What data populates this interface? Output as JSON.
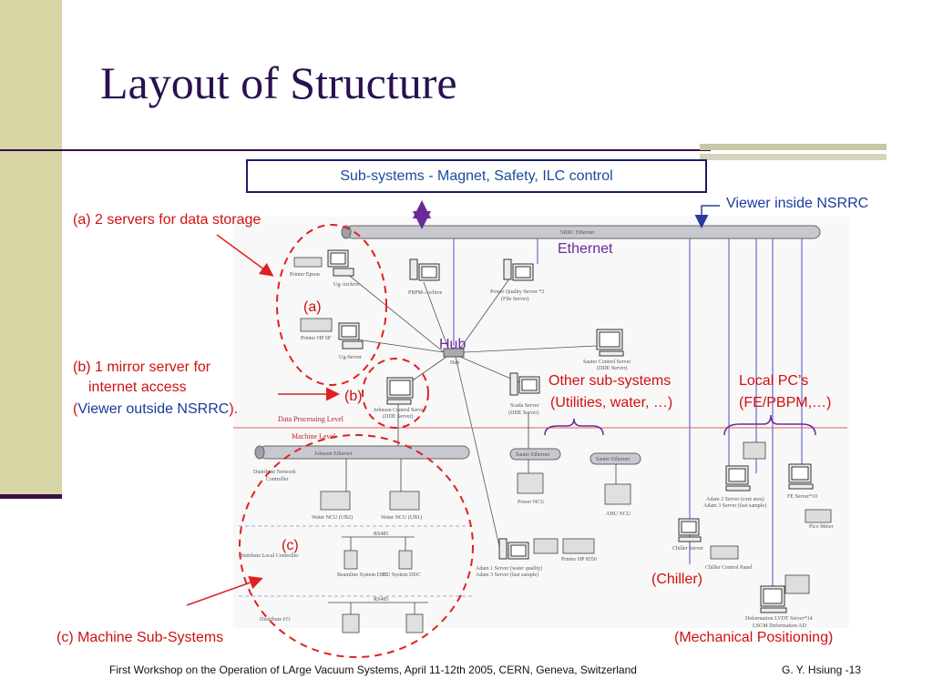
{
  "slide": {
    "title": "Layout of Structure",
    "subsystems_box": "Sub-systems - Magnet, Safety, ILC control"
  },
  "annotations": {
    "viewer_inside": "Viewer inside NSRRC",
    "ethernet": "Ethernet",
    "a_desc": "(a) 2 servers for data storage",
    "a_tag": "(a)",
    "hub": "Hub",
    "b_line1": "(b) 1 mirror server for",
    "b_line2": "internet access",
    "b_line3_open": "(",
    "b_line3_link": "Viewer outside NSRRC",
    "b_line3_close": ").",
    "b_tag": "(b)",
    "other_line1": "Other sub-systems",
    "other_line2": "(Utilities, water, …)",
    "local_line1": "Local PC’s",
    "local_line2": "(FE/PBPM,…)",
    "c_tag": "(c)",
    "chiller": "(Chiller)",
    "c_desc": "(c) Machine Sub-Systems",
    "mech": "(Mechanical Positioning)"
  },
  "diagram_labels": {
    "srrc_ethernet": "SRRC Ethernet",
    "printer_epson": "Printer Epson",
    "ug_archive": "Ug-Archive",
    "printer_hp": "Printer HP 6P",
    "ug_server": "Ug-Server",
    "pbpm_archive": "PBPM-Archive",
    "power_quality_1": "Power Quality Server *2",
    "power_quality_2": "(File Server)",
    "hub_small": "Hub",
    "sauter_control_1": "Sauter Control Server",
    "sauter_control_2": "(DDE Server)",
    "johnson_control_1": "Johnson Control Server",
    "johnson_control_2": "(DDE Server)",
    "scada_1": "Scada Server",
    "scada_2": "(DDE Server)",
    "data_processing": "Data Processing Level",
    "machine_level": "Machine Level",
    "johnson_ethernet": "Johnson Ethernet",
    "sauter_ethernet_1": "Sauter Ethernet",
    "sauter_ethernet_2": "Sauter Ethernet",
    "dist_network_1": "Distribute Network",
    "dist_network_2": "Controller",
    "water_ncu_ub2": "Water NCU (UB2)",
    "water_ncu_ub1": "Water NCU (UB1)",
    "power_ncu": "Power NCU",
    "ahu_ncu": "AHU NCU",
    "adam2_1": "Adam 2 Server (core area)",
    "adam2_2": "Adam 3 Server (fast sample)",
    "fe_server": "FE Server*10",
    "pico_meter": "Pico Meter",
    "dist_local": "Distribute Local Controller",
    "rs485_1": "RS485",
    "rs485_2": "RS485",
    "beamline_ddc": "Beamline System DDC",
    "cu_ddc": "CU System DDC",
    "adam1_1": "Adam 1 Server (water quality)",
    "adam1_2": "Adam 3 Server (fast sample)",
    "printer_hp8550": "Printer HP 8550",
    "chiller_server": "Chiller Server",
    "chiller_panel": "Chiller Control Panel",
    "dist_io": "Distribute I/O",
    "deformation_1": "Deformation LVDT Server*14",
    "deformation_2": "LSGM Deformation AD"
  },
  "footer": {
    "left": "First Workshop on the Operation of LArge Vacuum Systems, April 11-12th 2005, CERN, Geneva, Switzerland",
    "right": "G. Y. Hsiung -13"
  },
  "colors": {
    "title": "#2a1050",
    "sidebar": "#d9d6a6",
    "annotation_red": "#d01010",
    "annotation_blue": "#1a3a9a",
    "annotation_purple": "#6a2a9a",
    "link_blue": "#6a6ad0"
  }
}
